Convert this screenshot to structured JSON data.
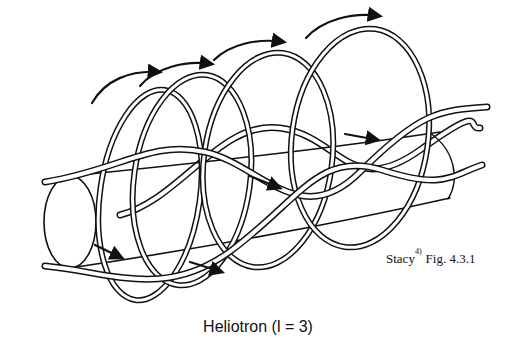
{
  "diagram": {
    "labels": [
      "Stacy",
      "4)",
      "Fig. 4.3.1",
      "Heliotron (l = 3)"
    ]
  }
}
